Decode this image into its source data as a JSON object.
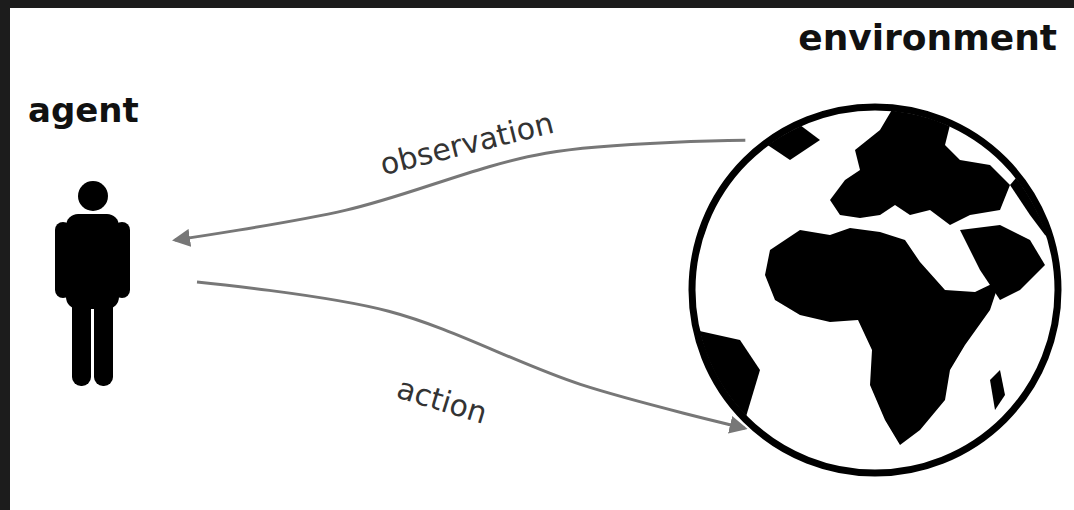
{
  "diagram": {
    "nodes": [
      {
        "text": [
          "agent"
        ]
      },
      {
        "text": [
          "environment"
        ]
      }
    ],
    "edges": [
      {
        "from": 1,
        "to": 0,
        "label": "observation",
        "arrow": "to"
      },
      {
        "from": 0,
        "to": 1,
        "label": "action",
        "arrow": "to"
      }
    ]
  }
}
